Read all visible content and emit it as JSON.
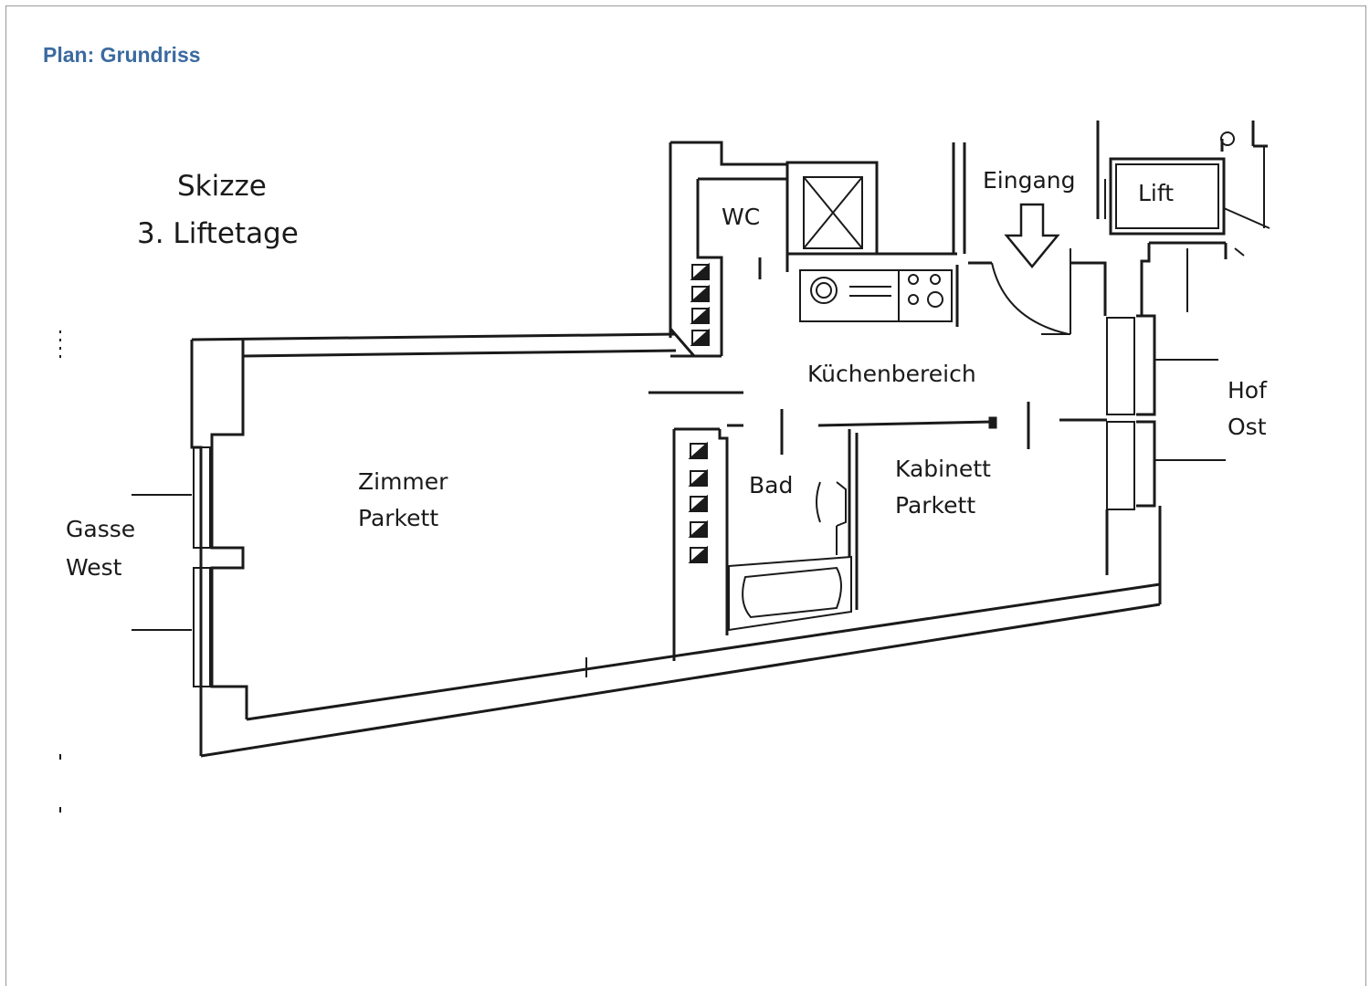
{
  "header": {
    "title": "Plan: Grundriss"
  },
  "plan": {
    "sketch_title": "Skizze",
    "sketch_subtitle": "3. Liftetage",
    "rooms": {
      "wc": "WC",
      "entrance": "Eingang",
      "lift": "Lift",
      "kitchen": "Küchenbereich",
      "courtyard_line1": "Hof",
      "courtyard_line2": "Ost",
      "room_line1": "Zimmer",
      "room_line2": "Parkett",
      "bath": "Bad",
      "cabinet_line1": "Kabinett",
      "cabinet_line2": "Parkett",
      "lane_line1": "Gasse",
      "lane_line2": "West"
    }
  },
  "colors": {
    "header": "#3b6aa0",
    "ink": "#1a1a1a"
  }
}
